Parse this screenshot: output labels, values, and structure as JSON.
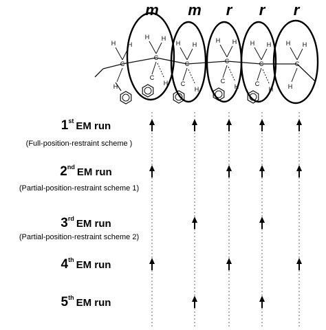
{
  "tacticity": [
    "m",
    "m",
    "r",
    "r",
    "r"
  ],
  "atom_labels": {
    "hydrogen": "H",
    "carbon": "C"
  },
  "runs": [
    {
      "ordinal": "1",
      "suffix": "st",
      "label": "EM run",
      "scheme": "(Full-position-restraint scheme )"
    },
    {
      "ordinal": "2",
      "suffix": "nd",
      "label": "EM run",
      "scheme": "(Partial-position-restraint scheme 1)"
    },
    {
      "ordinal": "3",
      "suffix": "rd",
      "label": "EM run",
      "scheme": "(Partial-position-restraint scheme 2)"
    },
    {
      "ordinal": "4",
      "suffix": "th",
      "label": "EM run",
      "scheme": ""
    },
    {
      "ordinal": "5",
      "suffix": "th",
      "label": "EM run",
      "scheme": ""
    }
  ],
  "restrained": [
    [
      true,
      true,
      true,
      true,
      true
    ],
    [
      true,
      false,
      true,
      true,
      true
    ],
    [
      false,
      true,
      false,
      true,
      false
    ],
    [
      true,
      false,
      true,
      false,
      true
    ],
    [
      false,
      true,
      false,
      true,
      false
    ]
  ]
}
